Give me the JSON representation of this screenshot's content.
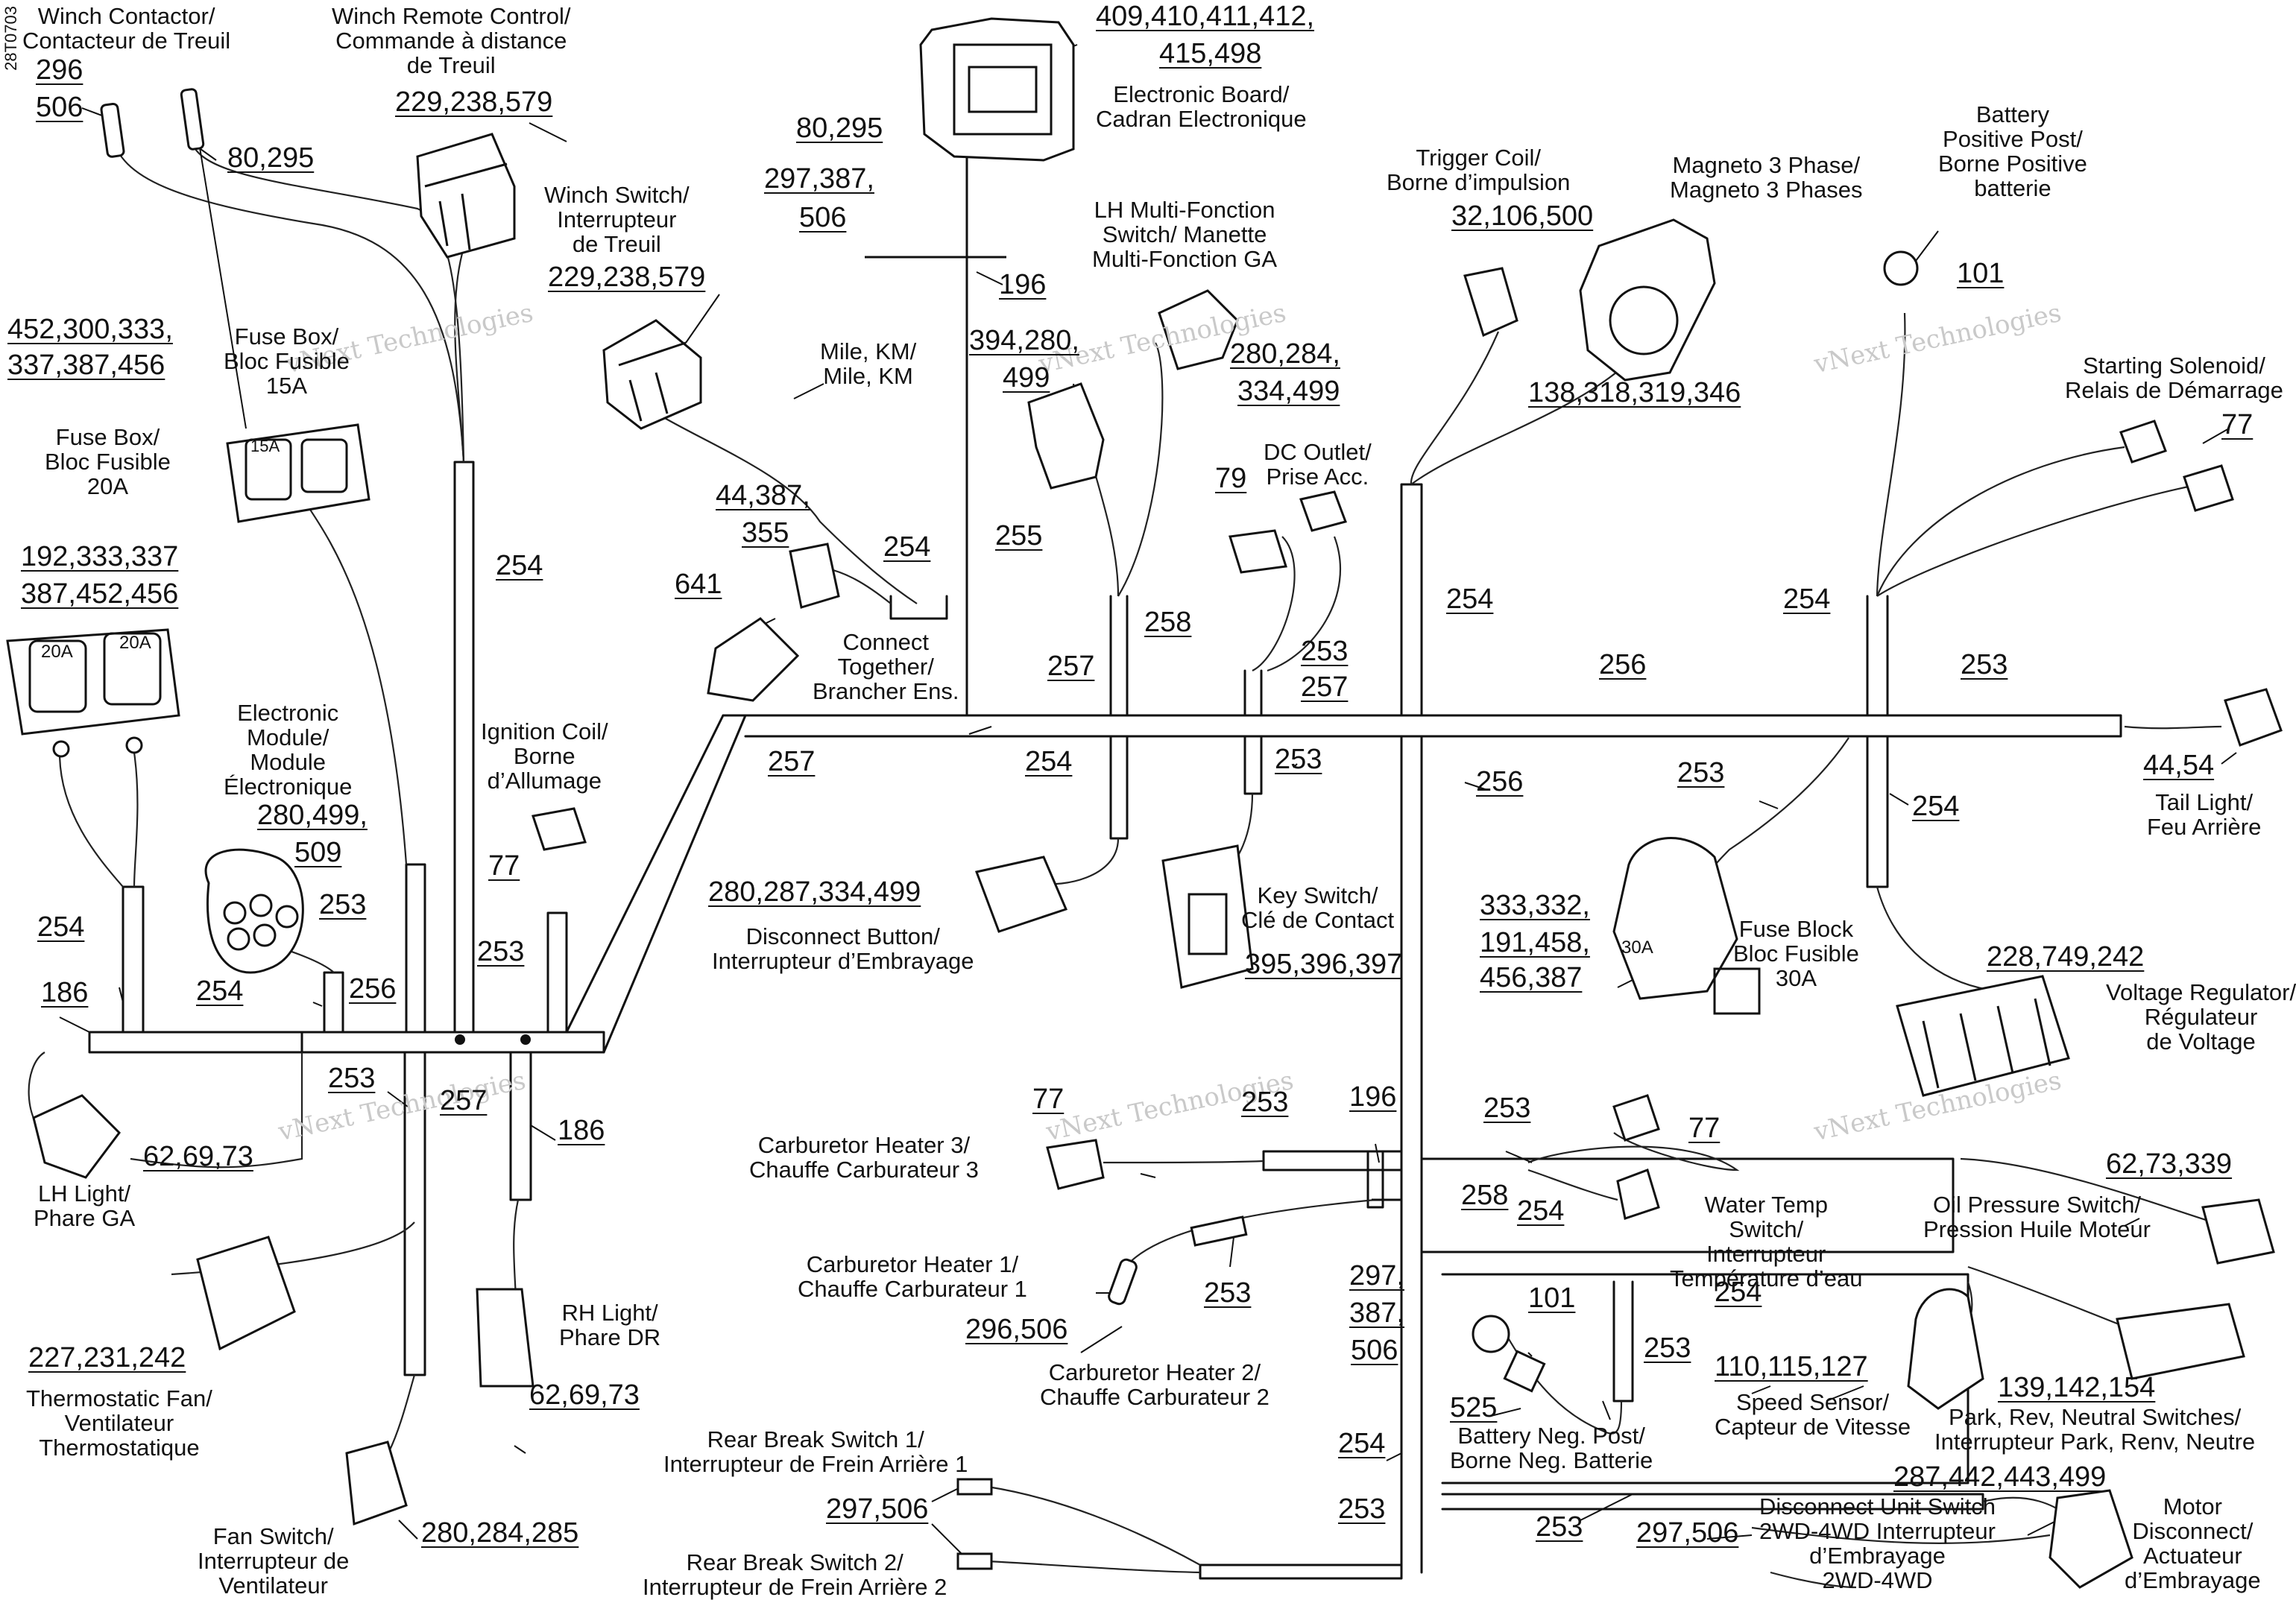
{
  "diagram": {
    "code": "28T0703",
    "watermark": "vNext Technologies",
    "labels": {
      "winch_contactor": "Winch Contactor/\nContacteur de Treuil",
      "winch_remote": "Winch Remote Control/\nCommande à distance\nde Treuil",
      "winch_switch": "Winch Switch/\nInterrupteur\nde Treuil",
      "electronic_board": "Electronic Board/\nCadran Electronique",
      "mile_km": "Mile, KM/\nMile, KM",
      "lh_multi": "LH Multi-Fonction\nSwitch/ Manette\nMulti-Fonction GA",
      "trigger_coil": "Trigger Coil/\nBorne d’impulsion",
      "magneto": "Magneto 3 Phase/\nMagneto 3 Phases",
      "battery_pos": "Battery\nPositive Post/\nBorne Positive\nbatterie",
      "starting_solenoid": "Starting Solenoid/\nRelais de Démarrage",
      "fuse_box_15": "Fuse Box/\nBloc Fusible\n15A",
      "fuse_box_20": "Fuse Box/\nBloc Fusible\n20A",
      "dc_outlet": "DC Outlet/\nPrise Acc.",
      "connect_together": "Connect\nTogether/\nBrancher Ens.",
      "electronic_module": "Electronic\nModule/\nModule\nÉlectronique",
      "ignition_coil": "Ignition Coil/\nBorne\nd’Allumage",
      "tail_light": "Tail Light/\nFeu Arrière",
      "disconnect_button": "Disconnect Button/\nInterrupteur d’Embrayage",
      "key_switch": "Key Switch/\nClé de Contact",
      "fuse_block_30": "Fuse Block\nBloc Fusible\n30A",
      "voltage_regulator": "Voltage Regulator/\nRégulateur\nde Voltage",
      "lh_light": "LH Light/\nPhare GA",
      "carb_heater_3": "Carburetor Heater 3/\nChauffe Carburateur 3",
      "water_temp": "Water Temp\nSwitch/\nInterrupteur\nTempérature d’eau",
      "oil_pressure": "Oil Pressure Switch/\nPression Huile Moteur",
      "carb_heater_1": "Carburetor Heater 1/\nChauffe Carburateur 1",
      "rh_light": "RH Light/\nPhare DR",
      "thermostatic_fan": "Thermostatic Fan/\nVentilateur\nThermostatique",
      "carb_heater_2": "Carburetor Heater 2/\nChauffe Carburateur 2",
      "battery_neg": "Battery Neg. Post/\nBorne Neg. Batterie",
      "speed_sensor": "Speed Sensor/\nCapteur de Vitesse",
      "park_rev": "Park, Rev, Neutral Switches/\nInterrupteur Park, Renv, Neutre",
      "rear_break_1": "Rear Break Switch 1/\nInterrupteur de Frein Arrière 1",
      "rear_break_2": "Rear Break Switch 2/\nInterrupteur de Frein Arrière 2",
      "disconnect_unit": "Disconnect Unit Switch\n2WD-4WD Interrupteur\nd’Embrayage\n2WD-4WD",
      "motor_disconnect": "Motor\nDisconnect/\nActuateur\nd’Embrayage",
      "fan_switch": "Fan Switch/\nInterrupteur de\nVentilateur"
    },
    "fuse_labels": {
      "f15": "15A",
      "f20a": "20A",
      "f20b": "20A",
      "f30": "30A"
    },
    "numbers": {
      "n296": "296",
      "n506": "506",
      "n80_295_a": "80,295",
      "n229_a": "229,238,579",
      "n409": "409,410,411,412,",
      "n415": "415,498",
      "n80_295_b": "80,295",
      "n297_387": "297,387,",
      "n506_b": "506",
      "n196_a": "196",
      "n229_b": "229,238,579",
      "n452": "452,300,333,",
      "n337": "337,387,456",
      "n394": "394,280,",
      "n499_a": "499",
      "n280_284": "280,284,",
      "n334": "334,499",
      "n32": "32,106,500",
      "n138": "138,318,319,346",
      "n101_a": "101",
      "n77_a": "77",
      "n192": "192,333,337",
      "n387_452": "387,452,456",
      "n44_387": "44,387,",
      "n355": "355",
      "n641": "641",
      "n254_a": "254",
      "n255": "255",
      "n258_a": "258",
      "n79": "79",
      "n254_b": "254",
      "n254_c": "254",
      "n253_a": "253",
      "n257_a": "257",
      "n257_b": "257",
      "n256_a": "256",
      "n253_b": "253",
      "n254_d": "254",
      "n257_c": "257",
      "n254_e": "254",
      "n253_c": "253",
      "n256_b": "256",
      "n253_d": "253",
      "n254_f": "254",
      "n44_54": "44,54",
      "n280_499": "280,499,",
      "n509": "509",
      "n253_e": "253",
      "n77_b": "77",
      "n254_g": "254",
      "n253_f": "253",
      "n280_287": "280,287,334,499",
      "n186_a": "186",
      "n254_h": "254",
      "n256_c": "256",
      "n333_332": "333,332,",
      "n191": "191,458,",
      "n456": "456,387",
      "n395": "395,396,397",
      "n228": "228,749,242",
      "n253_g": "253",
      "n257_d": "257",
      "n186_b": "186",
      "n62_a": "62,69,73",
      "n77_c": "77",
      "n253_h": "253",
      "n196_b": "196",
      "n253_i": "253",
      "n77_d": "77",
      "n62_73": "62,73,339",
      "n258_b": "258",
      "n254_i": "254",
      "n253_j": "253",
      "n297_b": "297,",
      "n387_b": "387,",
      "n506_c": "506",
      "n296_506": "296,506",
      "n101_b": "101",
      "n253_k": "253",
      "n525": "525",
      "n254_j": "254",
      "n110": "110,115,127",
      "n139": "139,142,154",
      "n227": "227,231,242",
      "n62_b": "62,69,73",
      "n254_k": "254",
      "n287": "287,442,443,499",
      "n297_506_a": "297,506",
      "n253_l": "253",
      "n253_m": "253",
      "n297_506_b": "297,506",
      "n280_284_285": "280,284,285"
    }
  }
}
